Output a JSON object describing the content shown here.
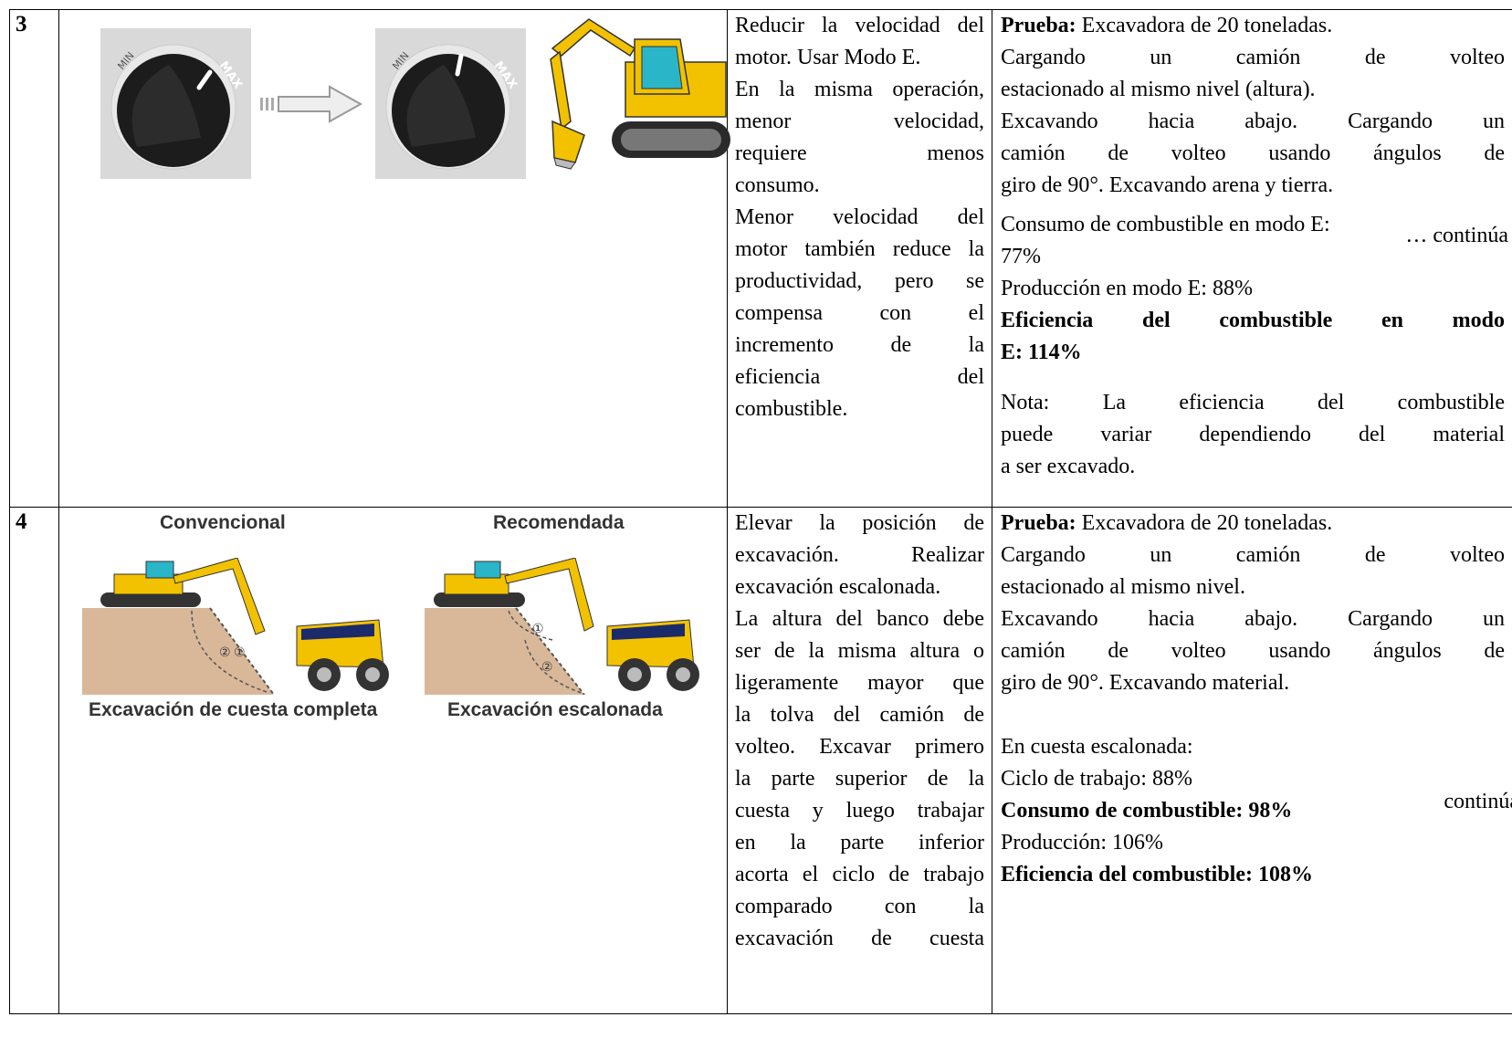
{
  "rows": [
    {
      "number": "3",
      "description": [
        "Reducir la velocidad del",
        "motor. Usar Modo E.",
        "En la misma operación,",
        "menor velocidad,",
        "requiere menos",
        "consumo.",
        "Menor velocidad del",
        "motor también reduce la",
        "productividad, pero se",
        "compensa con el",
        "incremento de la",
        "eficiencia del",
        "combustible."
      ],
      "test": {
        "test_label": "Prueba:",
        "test_text": " Excavadora de 20 toneladas.",
        "lines": [
          "Cargando un camión de volteo",
          "estacionado al mismo nivel (altura).",
          "Excavando hacia abajo. Cargando un",
          "camión de volteo usando ángulos de",
          "giro de 90°. Excavando arena y tierra."
        ],
        "continued": "… continúa",
        "fuel_line_1": "Consumo de combustible en modo E:",
        "fuel_line_2": "77%",
        "production": "Producción en modo E: 88%",
        "efficiency_1": "Eficiencia del combustible en modo",
        "efficiency_2": "E: 114%",
        "note_1": "Nota: La eficiencia del combustible",
        "note_2": "puede variar dependiendo del material",
        "note_3": "a ser excavado."
      },
      "dial_labels": {
        "min": "MIN",
        "max": "MAX"
      }
    },
    {
      "number": "4",
      "captions": {
        "conventional": "Convencional",
        "recommended": "Recomendada",
        "full_slope": "Excavación de cuesta completa",
        "stepped": "Excavación escalonada"
      },
      "markers": {
        "one": "①",
        "two": "②"
      },
      "description": [
        "Elevar la posición de",
        "excavación. Realizar",
        "excavación escalonada.",
        "La altura del banco debe",
        "ser de la misma altura o",
        "ligeramente mayor que",
        "la tolva del camión de",
        "volteo. Excavar primero",
        "la parte superior de la",
        "cuesta y luego trabajar",
        "en la parte inferior",
        "acorta el ciclo de trabajo",
        "comparado con la",
        "excavación de cuesta"
      ],
      "test": {
        "test_label": "Prueba:",
        "test_text": " Excavadora de 20 toneladas.",
        "lines": [
          "Cargando un camión de volteo",
          "estacionado al mismo nivel.",
          "Excavando hacia abajo. Cargando un",
          "camión de volteo usando ángulos de",
          "giro de 90°. Excavando material."
        ],
        "stepped_heading": "En cuesta escalonada:",
        "cycle": "Ciclo de trabajo: 88%",
        "fuel": "Consumo de combustible: 98%",
        "continued": "continúa",
        "production": "Producción: 106%",
        "efficiency": "Eficiencia del combustible: 108%"
      }
    }
  ]
}
